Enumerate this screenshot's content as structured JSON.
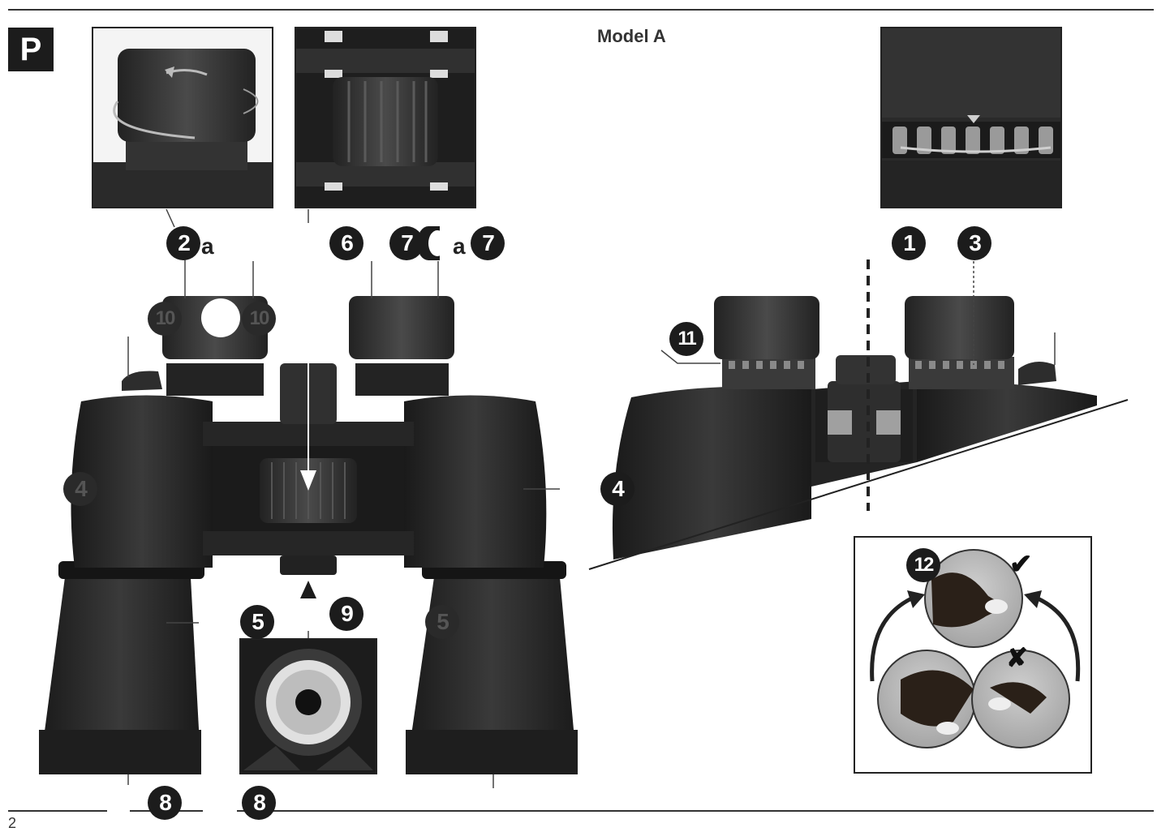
{
  "header": {
    "badge": "P",
    "title": "Model A"
  },
  "footer": {
    "page_number": "2"
  },
  "callouts": {
    "c2": "2",
    "c2_suffix": "a",
    "c6": "6",
    "c7": "7",
    "c7_prefix": "a",
    "c7b": "7",
    "c1": "1",
    "c3": "3",
    "c10a": "10",
    "c10b": "10",
    "c11": "11",
    "c4a": "4",
    "c4b": "4",
    "c5a": "5",
    "c5b": "5",
    "c9": "9",
    "c8a": "8",
    "c8b": "8",
    "c12": "12"
  },
  "symbols": {
    "check": "✔",
    "cross": "✘"
  },
  "colors": {
    "ink": "#1c1c1c",
    "body": "#2b2b2b",
    "accent_gray": "#a8a8a8"
  }
}
